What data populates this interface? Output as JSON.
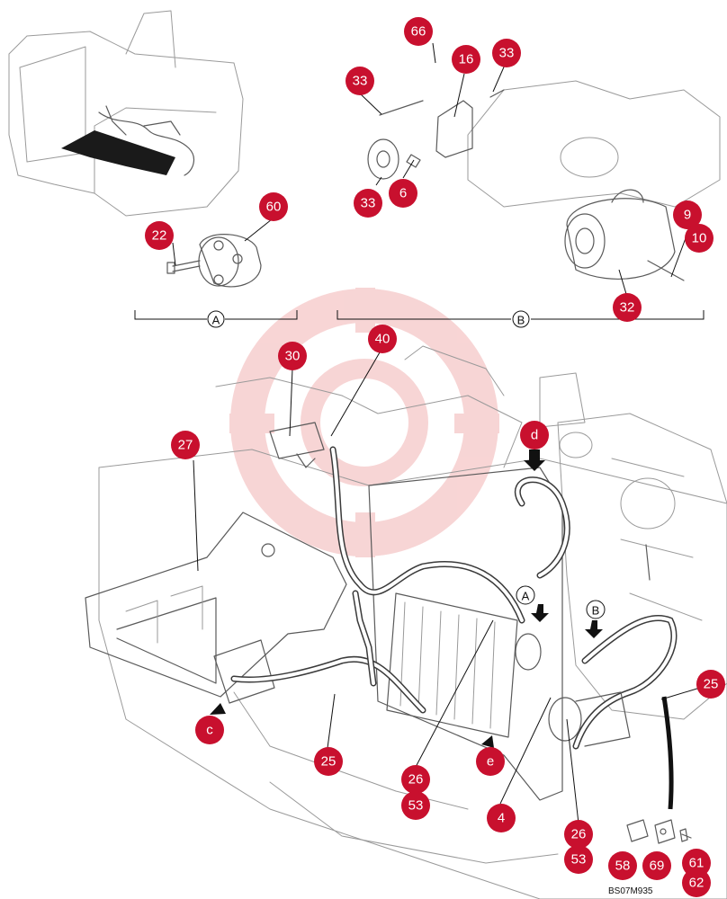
{
  "diagram": {
    "callouts": [
      "66",
      "16",
      "33",
      "33",
      "33",
      "6",
      "60",
      "22",
      "9",
      "10",
      "32",
      "30",
      "40",
      "27",
      "d",
      "25",
      "c",
      "25",
      "26",
      "53",
      "e",
      "4",
      "26",
      "53",
      "58",
      "69",
      "61",
      "62"
    ],
    "view_labels": [
      "A",
      "B"
    ],
    "arrow_labels": [
      "A",
      "B"
    ],
    "reference": "BS07M935",
    "colors": {
      "callout": "#c8102e",
      "watermark": "#f2b3b3",
      "line": "#5a5a5a"
    }
  }
}
